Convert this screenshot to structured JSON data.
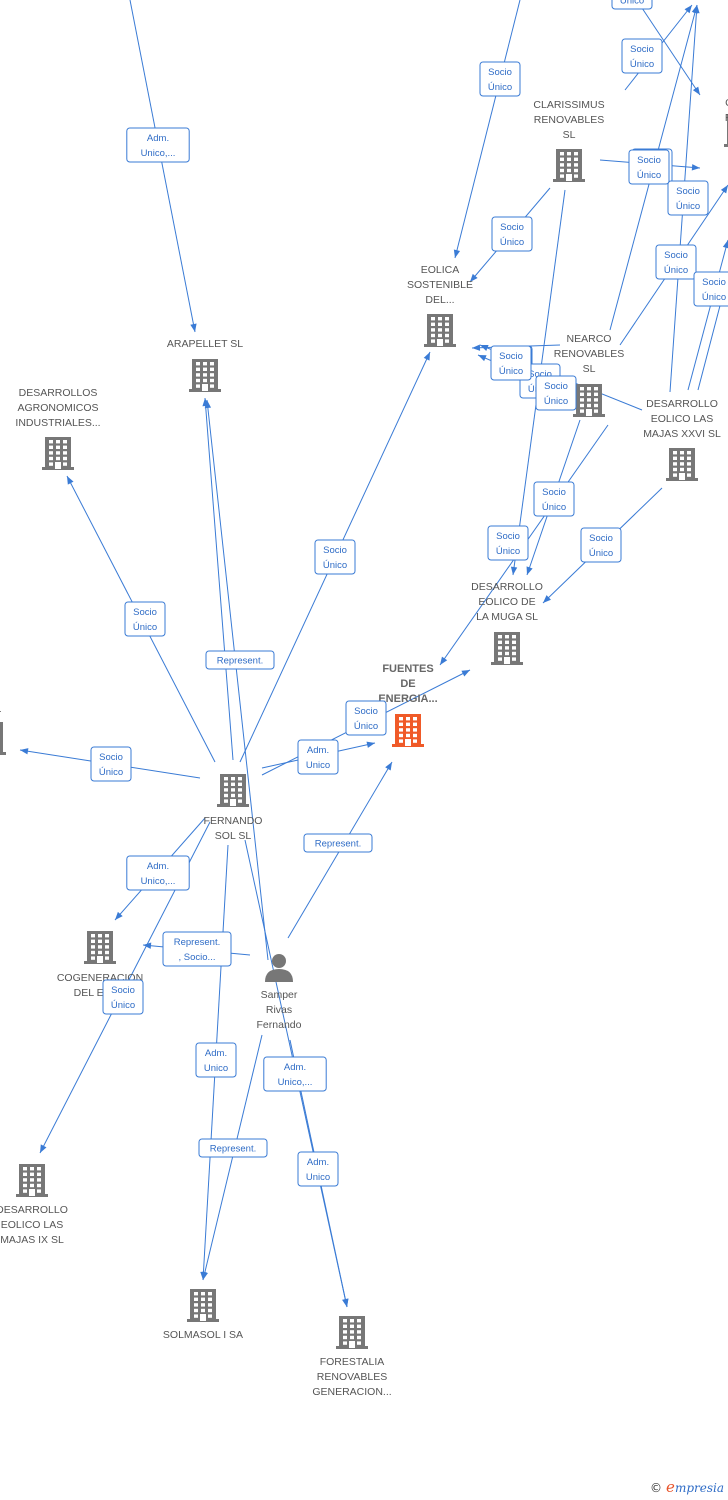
{
  "colors": {
    "edge": "#3a7bd5",
    "building": "#777777",
    "building_highlight": "#f05a28",
    "person": "#777777",
    "label": "#555555"
  },
  "nodes": [
    {
      "id": "fuentes",
      "lines": [
        "FUENTES",
        "DE",
        "ENERGIA..."
      ],
      "icon": "building-icon",
      "highlight": true
    },
    {
      "id": "fernando-sol",
      "lines": [
        "FERNANDO",
        "SOL SL"
      ],
      "icon": "building-icon"
    },
    {
      "id": "samper",
      "lines": [
        "Samper",
        "Rivas",
        "Fernando"
      ],
      "icon": "person-icon"
    },
    {
      "id": "arapellet",
      "lines": [
        "ARAPELLET  SL"
      ],
      "icon": "building-icon"
    },
    {
      "id": "desarrollos-agro",
      "lines": [
        "DESARROLLOS",
        "AGRONOMICOS",
        "INDUSTRIALES..."
      ],
      "icon": "building-icon"
    },
    {
      "id": "eolica-sostenible",
      "lines": [
        "EOLICA",
        "SOSTENIBLE",
        "DEL..."
      ],
      "icon": "building-icon"
    },
    {
      "id": "clarissimus",
      "lines": [
        "CLARISSIMUS",
        "RENOVABLES",
        "SL"
      ],
      "icon": "building-icon"
    },
    {
      "id": "nearco",
      "lines": [
        "NEARCO",
        "RENOVABLES",
        "SL"
      ],
      "icon": "building-icon"
    },
    {
      "id": "majas-xxvi",
      "lines": [
        "DESARROLLO",
        "EOLICO LAS",
        "MAJAS XXVI  SL"
      ],
      "icon": "building-icon"
    },
    {
      "id": "muga",
      "lines": [
        "DESARROLLO",
        "EOLICO DE",
        "LA MUGA SL"
      ],
      "icon": "building-icon"
    },
    {
      "id": "cogeneracion",
      "lines": [
        "COGENERACION",
        "DEL EBRO"
      ],
      "icon": "building-icon"
    },
    {
      "id": "majas-ix",
      "lines": [
        "DESARROLLO",
        "EOLICO LAS",
        "MAJAS IX  SL"
      ],
      "icon": "building-icon"
    },
    {
      "id": "solmasol",
      "lines": [
        "SOLMASOL I SA"
      ],
      "icon": "building-icon"
    },
    {
      "id": "forestalia",
      "lines": [
        "FORESTALIA",
        "RENOVABLES",
        "GENERACION..."
      ],
      "icon": "building-icon"
    },
    {
      "id": "gen-partial",
      "lines": [
        "GENE",
        "RENO"
      ],
      "icon": "building-icon"
    },
    {
      "id": "left-partial",
      "lines": [
        "R",
        "S  SL"
      ],
      "icon": "building-icon"
    }
  ],
  "edge_labels": [
    [
      "Adm.",
      "Unico,..."
    ],
    [
      "Socio",
      "Único"
    ],
    [
      "Socio",
      "Único"
    ],
    [
      "Represent."
    ],
    [
      "Socio",
      "Único"
    ],
    [
      "Socio",
      "Único"
    ],
    [
      "Adm.",
      "Unico"
    ],
    [
      "Socio",
      "Único"
    ],
    [
      "Represent."
    ],
    [
      "Adm.",
      "Unico,..."
    ],
    [
      "Represent.",
      ", Socio..."
    ],
    [
      "Socio",
      "Único"
    ],
    [
      "Adm.",
      "Unico"
    ],
    [
      "Adm.",
      "Unico,..."
    ],
    [
      "Represent."
    ],
    [
      "Adm.",
      "Unico"
    ],
    [
      "Socio",
      "Único"
    ],
    [
      "Socio",
      "Único"
    ],
    [
      "Socio",
      "Único"
    ],
    [
      "Socio",
      "Único"
    ],
    [
      "Socio",
      "Único"
    ],
    [
      "Socio",
      "Único"
    ],
    [
      "Socio",
      "Único"
    ],
    [
      "Socio",
      "Único"
    ],
    [
      "Socio",
      "Único"
    ],
    [
      "Socio",
      "Único"
    ],
    [
      "Socio",
      "Único"
    ],
    [
      "Socio",
      "Único"
    ],
    [
      "Socio",
      "Único"
    ],
    [
      "Socio",
      "Único"
    ],
    [
      "Único"
    ]
  ],
  "footer": {
    "copyright": "©",
    "brand_initial": "e",
    "brand_rest": "mpresia"
  }
}
